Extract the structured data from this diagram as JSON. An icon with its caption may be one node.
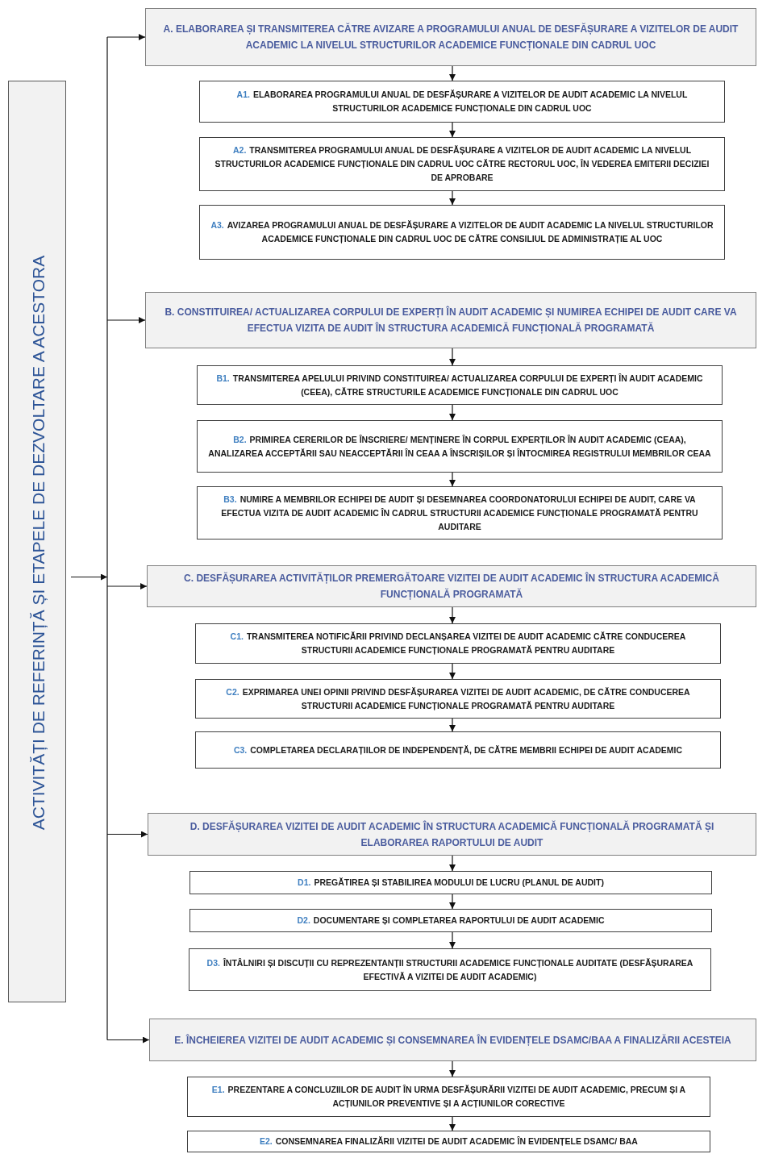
{
  "diagram": {
    "nodes": [
      {
        "text": [
          "ACTIVITĂȚI DE REFERINȚĂ ȘI ETAPELE DE DEZVOLTARE A ACESTORA"
        ]
      },
      {
        "text": [
          "A. ELABORAREA ȘI TRANSMITEREA CĂTRE AVIZARE A PROGRAMULUI ANUAL DE DESFĂȘURARE A VIZITELOR DE AUDIT ACADEMIC LA NIVELUL STRUCTURILOR ACADEMICE FUNCȚIONALE DIN CADRUL UOC"
        ]
      },
      {
        "text": [
          "A1.",
          "ELABORAREA PROGRAMULUI ANUAL DE DESFĂȘURARE A VIZITELOR DE AUDIT ACADEMIC LA NIVELUL STRUCTURILOR ACADEMICE FUNCȚIONALE DIN CADRUL UOC"
        ]
      },
      {
        "text": [
          "A2.",
          "TRANSMITEREA PROGRAMULUI ANUAL DE DESFĂȘURARE A VIZITELOR DE AUDIT ACADEMIC LA NIVELUL STRUCTURILOR ACADEMICE FUNCȚIONALE DIN CADRUL UOC CĂTRE RECTORUL UOC, ÎN VEDEREA EMITERII DECIZIEI DE APROBARE"
        ]
      },
      {
        "text": [
          "A3.",
          "AVIZAREA PROGRAMULUI ANUAL DE DESFĂȘURARE A VIZITELOR DE AUDIT ACADEMIC LA NIVELUL STRUCTURILOR ACADEMICE FUNCȚIONALE DIN CADRUL UOC DE CĂTRE CONSILIUL DE ADMINISTRAȚIE AL UOC"
        ]
      },
      {
        "text": [
          "B. CONSTITUIREA/ ACTUALIZAREA CORPULUI DE EXPERȚI ÎN AUDIT ACADEMIC ȘI NUMIREA ECHIPEI DE AUDIT CARE VA EFECTUA VIZITA DE AUDIT ÎN STRUCTURA ACADEMICĂ FUNCȚIONALĂ PROGRAMATĂ"
        ]
      },
      {
        "text": [
          "B1.",
          "TRANSMITEREA APELULUI PRIVIND CONSTITUIREA/ ACTUALIZAREA CORPULUI DE EXPERȚI ÎN AUDIT ACADEMIC (CEEA), CĂTRE STRUCTURILE ACADEMICE FUNCȚIONALE DIN CADRUL UOC"
        ]
      },
      {
        "text": [
          "B2.",
          "PRIMIREA CERERILOR DE ÎNSCRIERE/ MENȚINERE ÎN CORPUL EXPERȚILOR ÎN AUDIT ACADEMIC (CEAA), ANALIZAREA ACCEPTĂRII SAU NEACCEPTĂRII ÎN CEAA A ÎNSCRIȘILOR ȘI ÎNTOCMIREA REGISTRULUI MEMBRILOR CEAA"
        ]
      },
      {
        "text": [
          "B3.",
          "NUMIRE A MEMBRILOR ECHIPEI DE AUDIT ȘI DESEMNAREA COORDONATORULUI ECHIPEI DE AUDIT, CARE VA EFECTUA VIZITA DE AUDIT ACADEMIC ÎN CADRUL STRUCTURII ACADEMICE FUNCȚIONALE PROGRAMATĂ PENTRU AUDITARE"
        ]
      },
      {
        "text": [
          "C. DESFĂȘURAREA ACTIVITĂȚILOR PREMERGĂTOARE VIZITEI DE AUDIT ACADEMIC ÎN STRUCTURA ACADEMICĂ FUNCȚIONALĂ PROGRAMATĂ"
        ]
      },
      {
        "text": [
          "C1.",
          "TRANSMITEREA NOTIFICĂRII PRIVIND DECLANȘAREA VIZITEI DE AUDIT ACADEMIC CĂTRE CONDUCEREA STRUCTURII ACADEMICE FUNCȚIONALE PROGRAMATĂ PENTRU AUDITARE"
        ]
      },
      {
        "text": [
          "C2.",
          "EXPRIMAREA UNEI OPINII PRIVIND DESFĂȘURAREA VIZITEI DE AUDIT ACADEMIC, DE CĂTRE CONDUCEREA STRUCTURII ACADEMICE FUNCȚIONALE PROGRAMATĂ PENTRU AUDITARE"
        ]
      },
      {
        "text": [
          "C3.",
          "COMPLETAREA DECLARAȚIILOR DE INDEPENDENȚĂ, DE CĂTRE MEMBRII ECHIPEI DE AUDIT ACADEMIC"
        ]
      },
      {
        "text": [
          "D. DESFĂȘURAREA VIZITEI DE AUDIT ACADEMIC ÎN STRUCTURA ACADEMICĂ FUNCȚIONALĂ PROGRAMATĂ ȘI ELABORAREA RAPORTULUI DE AUDIT"
        ]
      },
      {
        "text": [
          "D1.",
          "PREGĂTIREA ȘI STABILIREA MODULUI DE LUCRU (PLANUL DE AUDIT)"
        ]
      },
      {
        "text": [
          "D2.",
          "DOCUMENTARE ȘI COMPLETAREA RAPORTULUI DE AUDIT ACADEMIC"
        ]
      },
      {
        "text": [
          "D3.",
          "ÎNTÂLNIRI ȘI DISCUȚII CU REPREZENTANȚII STRUCTURII ACADEMICE FUNCȚIONALE AUDITATE (DESFĂȘURAREA EFECTIVĂ A VIZITEI DE AUDIT ACADEMIC)"
        ]
      },
      {
        "text": [
          "E. ÎNCHEIEREA VIZITEI DE AUDIT ACADEMIC ȘI CONSEMNAREA ÎN EVIDENȚELE DSAMC/BAA A FINALIZĂRII ACESTEIA"
        ]
      },
      {
        "text": [
          "E1.",
          "PREZENTARE A CONCLUZIILOR DE AUDIT ÎN URMA DESFĂȘURĂRII VIZITEI DE AUDIT ACADEMIC, PRECUM ȘI A ACȚIUNILOR PREVENTIVE ȘI A ACȚIUNILOR CORECTIVE"
        ]
      },
      {
        "text": [
          "E2.",
          "CONSEMNAREA FINALIZĂRII VIZITEI DE AUDIT ACADEMIC ÎN EVIDENȚELE DSAMC/ BAA"
        ]
      }
    ],
    "edges": [
      {
        "from": 0,
        "to": 1,
        "arrow": "to"
      },
      {
        "from": 0,
        "to": 5,
        "arrow": "to"
      },
      {
        "from": 0,
        "to": 9,
        "arrow": "to"
      },
      {
        "from": 0,
        "to": 13,
        "arrow": "to"
      },
      {
        "from": 0,
        "to": 17,
        "arrow": "to"
      },
      {
        "from": 1,
        "to": 2,
        "arrow": "to"
      },
      {
        "from": 2,
        "to": 3,
        "arrow": "to"
      },
      {
        "from": 3,
        "to": 4,
        "arrow": "to"
      },
      {
        "from": 5,
        "to": 6,
        "arrow": "to"
      },
      {
        "from": 6,
        "to": 7,
        "arrow": "to"
      },
      {
        "from": 7,
        "to": 8,
        "arrow": "to"
      },
      {
        "from": 9,
        "to": 10,
        "arrow": "to"
      },
      {
        "from": 10,
        "to": 11,
        "arrow": "to"
      },
      {
        "from": 11,
        "to": 12,
        "arrow": "to"
      },
      {
        "from": 13,
        "to": 14,
        "arrow": "to"
      },
      {
        "from": 14,
        "to": 15,
        "arrow": "to"
      },
      {
        "from": 15,
        "to": 16,
        "arrow": "to"
      },
      {
        "from": 17,
        "to": 18,
        "arrow": "to"
      },
      {
        "from": 18,
        "to": 19,
        "arrow": "to"
      }
    ]
  }
}
